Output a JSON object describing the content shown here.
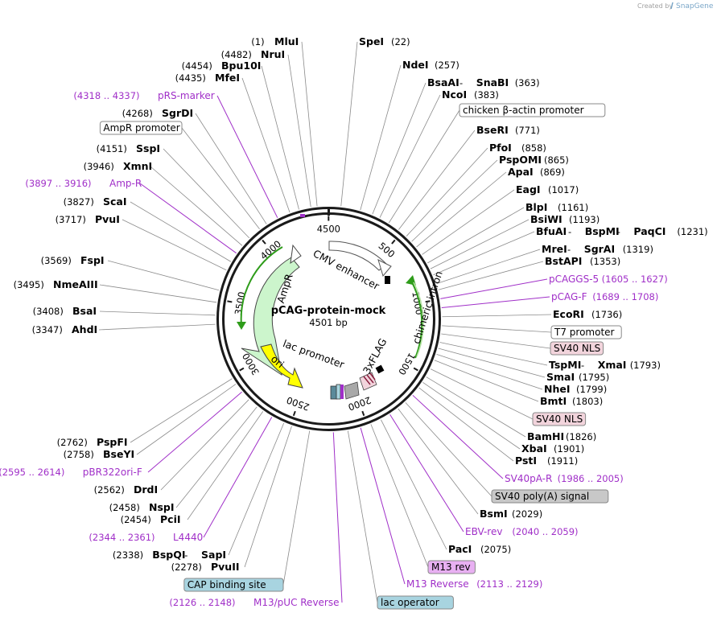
{
  "credit": {
    "prefix": "Created by",
    "brand": "SnapGene"
  },
  "plasmid": {
    "name": "pCAG-protein-mock",
    "length": "4501 bp"
  },
  "ticks": [
    "500",
    "1000",
    "1500",
    "2000",
    "2500",
    "3000",
    "3500",
    "4000",
    "4500"
  ],
  "features": {
    "cmv": "CMV enhancer",
    "intron": "chimeric intron",
    "flag": "3xFLAG",
    "lac": "lac promoter",
    "ori": "ori",
    "ampr": "AmpR"
  },
  "labels": [
    {
      "type": "enzyme",
      "name": "MluI",
      "pos": "(1)"
    },
    {
      "type": "enzyme",
      "name": "SpeI",
      "pos": "(22)"
    },
    {
      "type": "enzyme",
      "name": "NruI",
      "pos": "(4482)"
    },
    {
      "type": "enzyme",
      "name": "NdeI",
      "pos": "(257)"
    },
    {
      "type": "enzyme",
      "name": "Bpu10I",
      "pos": "(4454)"
    },
    {
      "type": "enzyme",
      "name": "MfeI",
      "pos": "(4435)"
    },
    {
      "type": "enzyme",
      "name": "BsaAI",
      "name2": "SnaBI",
      "pos": "(363)"
    },
    {
      "type": "enzyme",
      "name": "NcoI",
      "pos": "(383)"
    },
    {
      "type": "primer",
      "name": "pRS-marker",
      "pos": "(4318 .. 4337)"
    },
    {
      "type": "feature",
      "name": "chicken β-actin promoter"
    },
    {
      "type": "enzyme",
      "name": "SgrDI",
      "pos": "(4268)"
    },
    {
      "type": "enzyme",
      "name": "BseRI",
      "pos": "(771)"
    },
    {
      "type": "feature",
      "name": "AmpR promoter"
    },
    {
      "type": "enzyme",
      "name": "PfoI",
      "pos": "(858)"
    },
    {
      "type": "enzyme",
      "name": "SspI",
      "pos": "(4151)"
    },
    {
      "type": "enzyme",
      "name": "PspOMI",
      "pos": "(865)"
    },
    {
      "type": "enzyme",
      "name": "XmnI",
      "pos": "(3946)"
    },
    {
      "type": "enzyme",
      "name": "ApaI",
      "pos": "(869)"
    },
    {
      "type": "primer",
      "name": "Amp-R",
      "pos": "(3897 .. 3916)"
    },
    {
      "type": "enzyme",
      "name": "EagI",
      "pos": "(1017)"
    },
    {
      "type": "enzyme",
      "name": "ScaI",
      "pos": "(3827)"
    },
    {
      "type": "enzyme",
      "name": "BlpI",
      "pos": "(1161)"
    },
    {
      "type": "enzyme",
      "name": "PvuI",
      "pos": "(3717)"
    },
    {
      "type": "enzyme",
      "name": "BsiWI",
      "pos": "(1193)"
    },
    {
      "type": "enzyme",
      "name": "BfuAI",
      "name2": "BspMI",
      "name3": "PaqCI",
      "pos": "(1231)"
    },
    {
      "type": "enzyme",
      "name": "MreI",
      "name2": "SgrAI",
      "pos": "(1319)"
    },
    {
      "type": "enzyme",
      "name": "FspI",
      "pos": "(3569)"
    },
    {
      "type": "enzyme",
      "name": "BstAPI",
      "pos": "(1353)"
    },
    {
      "type": "primer",
      "name": "pCAGGS-5",
      "pos": "(1605 .. 1627)"
    },
    {
      "type": "enzyme",
      "name": "NmeAIII",
      "pos": "(3495)"
    },
    {
      "type": "primer",
      "name": "pCAG-F",
      "pos": "(1689 .. 1708)"
    },
    {
      "type": "enzyme",
      "name": "BsaI",
      "pos": "(3408)"
    },
    {
      "type": "enzyme",
      "name": "EcoRI",
      "pos": "(1736)"
    },
    {
      "type": "enzyme",
      "name": "AhdI",
      "pos": "(3347)"
    },
    {
      "type": "feature",
      "name": "T7 promoter"
    },
    {
      "type": "feature",
      "name": "SV40 NLS"
    },
    {
      "type": "enzyme",
      "name": "TspMI",
      "name2": "XmaI",
      "pos": "(1793)"
    },
    {
      "type": "enzyme",
      "name": "SmaI",
      "pos": "(1795)"
    },
    {
      "type": "enzyme",
      "name": "NheI",
      "pos": "(1799)"
    },
    {
      "type": "enzyme",
      "name": "BmtI",
      "pos": "(1803)"
    },
    {
      "type": "feature",
      "name": "SV40 NLS"
    },
    {
      "type": "enzyme",
      "name": "BamHI",
      "pos": "(1826)"
    },
    {
      "type": "enzyme",
      "name": "PspFI",
      "pos": "(2762)"
    },
    {
      "type": "enzyme",
      "name": "XbaI",
      "pos": "(1901)"
    },
    {
      "type": "enzyme",
      "name": "BseYI",
      "pos": "(2758)"
    },
    {
      "type": "enzyme",
      "name": "PstI",
      "pos": "(1911)"
    },
    {
      "type": "primer",
      "name": "pBR322ori-F",
      "pos": "(2595 .. 2614)"
    },
    {
      "type": "primer",
      "name": "SV40pA-R",
      "pos": "(1986 .. 2005)"
    },
    {
      "type": "enzyme",
      "name": "DrdI",
      "pos": "(2562)"
    },
    {
      "type": "feature",
      "name": "SV40 poly(A) signal"
    },
    {
      "type": "enzyme",
      "name": "NspI",
      "pos": "(2458)"
    },
    {
      "type": "enzyme",
      "name": "BsmI",
      "pos": "(2029)"
    },
    {
      "type": "enzyme",
      "name": "PciI",
      "pos": "(2454)"
    },
    {
      "type": "primer",
      "name": "EBV-rev",
      "pos": "(2040 .. 2059)"
    },
    {
      "type": "primer",
      "name": "L4440",
      "pos": "(2344 .. 2361)"
    },
    {
      "type": "enzyme",
      "name": "PacI",
      "pos": "(2075)"
    },
    {
      "type": "enzyme",
      "name": "BspQI",
      "name2": "SapI",
      "pos": "(2338)"
    },
    {
      "type": "feature",
      "name": "M13 rev"
    },
    {
      "type": "enzyme",
      "name": "PvuII",
      "pos": "(2278)"
    },
    {
      "type": "primer",
      "name": "M13 Reverse",
      "pos": "(2113 .. 2129)"
    },
    {
      "type": "feature",
      "name": "CAP binding site"
    },
    {
      "type": "primer",
      "name": "M13/pUC Reverse",
      "pos": "(2126 .. 2148)"
    },
    {
      "type": "feature",
      "name": "lac operator"
    }
  ],
  "colors": {
    "ring": "#1a1a1a",
    "enzyme_line": "#8a8a8a",
    "primer": "#a02fc8",
    "ampr_fill": "#ccf5cc",
    "ori_fill": "#ffff00",
    "intron_arrow": "#2e9c1a",
    "cmv_fill": "#ffffff",
    "flag_fill": "#a8a8a8",
    "nls_fill": "#f2d4dc",
    "lacop_fill": "#a8d4e0",
    "m13_fill": "#e8b0f2"
  }
}
